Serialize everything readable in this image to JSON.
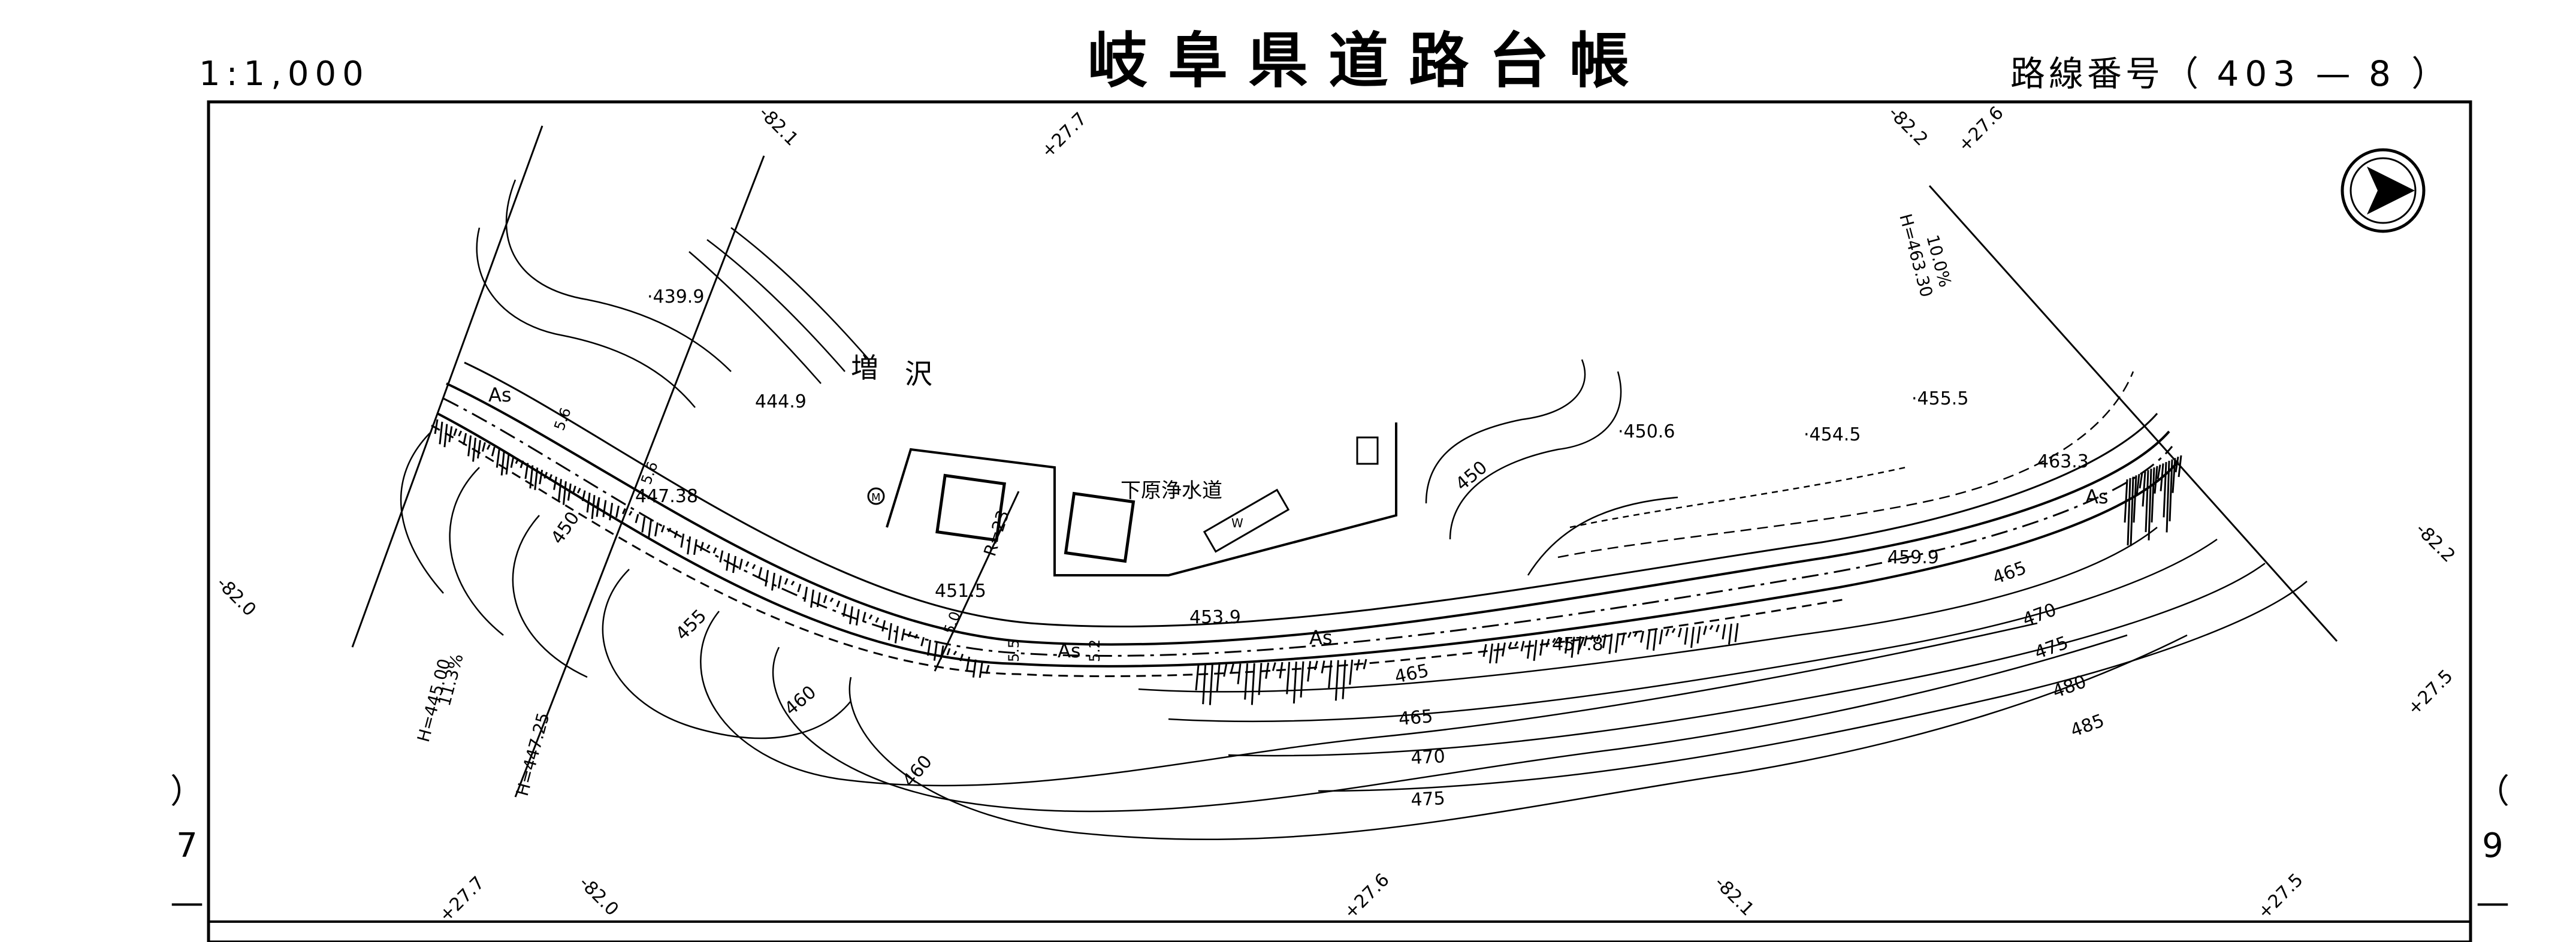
{
  "header": {
    "scale": "1:1,000",
    "title": "岐阜県道路台帳",
    "route_prefix": "路線番号（",
    "route_number": "403",
    "route_dash": "—",
    "route_sheet": "8",
    "route_suffix": "）"
  },
  "page_markers": {
    "left": [
      "）",
      "7",
      "—"
    ],
    "right": [
      "（",
      "9",
      "—"
    ]
  },
  "map_labels": {
    "top_ticks": [
      "-82.1",
      "+27.7",
      "-82.2",
      "+27.6"
    ],
    "bottom_ticks": [
      "+27.7",
      "-82.0",
      "+27.6",
      "-82.1",
      "+27.5"
    ],
    "side_ticks": [
      "-82.0",
      "-82.2",
      "+27.5"
    ],
    "river": [
      "増",
      "沢"
    ],
    "facility": "下原浄水道",
    "facility_mark": "W",
    "manhole": "M",
    "radius": "R=23",
    "surface": [
      "As",
      "As",
      "As",
      "As"
    ],
    "road_elevations": [
      "444.9",
      "447.38",
      "451.5",
      "453.9",
      "457.8",
      "459.9",
      "463.3"
    ],
    "spot_heights": [
      "·439.9",
      "·450.6",
      "·454.5",
      "·455.5"
    ],
    "contours": [
      "450",
      "455",
      "460",
      "465",
      "460",
      "465",
      "470",
      "475",
      "465",
      "470",
      "475",
      "480",
      "485",
      "450"
    ],
    "vertical_left_1": [
      "H=445.00",
      "11.3%"
    ],
    "vertical_left_2": "H=447.25",
    "vertical_right": [
      "H=463.30",
      "10.0%"
    ],
    "road_width": [
      "5.6",
      "5.6",
      "5.0",
      "5.5",
      "5.2"
    ]
  },
  "colors": {
    "ink": "#000000",
    "paper": "#ffffff"
  }
}
